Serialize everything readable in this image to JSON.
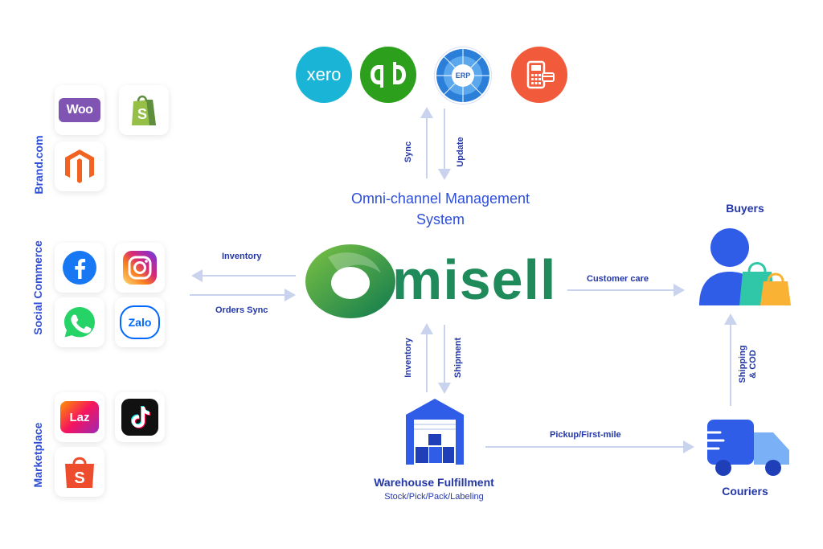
{
  "groups": {
    "brand": "Brand.com",
    "social": "Social Commerce",
    "marketplace": "Marketplace"
  },
  "logos": {
    "woo": "Woo",
    "zalo": "Zalo",
    "laz": "Laz",
    "xero": "xero",
    "erp": "ERP"
  },
  "center": {
    "title_line1": "Omni-channel Management",
    "title_line2": "System",
    "brand_text": "misell"
  },
  "arrows": {
    "sync": "Sync",
    "update": "Update",
    "inventory_left": "Inventory",
    "orders_sync": "Orders Sync",
    "customer_care": "Customer care",
    "inventory_down": "Inventory",
    "shipment": "Shipment",
    "pickup": "Pickup/First-mile",
    "shipping_line1": "Shipping",
    "shipping_line2": "& COD"
  },
  "nodes": {
    "buyers": "Buyers",
    "couriers": "Couriers",
    "warehouse_title": "Warehouse Fulfillment",
    "warehouse_sub": "Stock/Pick/Pack/Labeling"
  },
  "colors": {
    "blue": "#2f4fd8",
    "green": "#1f8a5a",
    "arrow": "#c9d3ee",
    "xero": "#1ab4d7",
    "qb": "#2ca01c",
    "orange": "#f15a3b"
  }
}
